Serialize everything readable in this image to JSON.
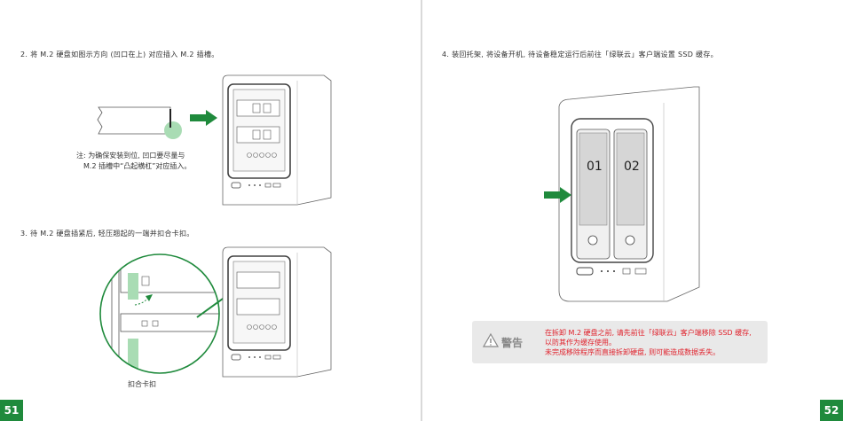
{
  "left_page": {
    "step2": "2. 将 M.2 硬盘如图示方向 (凹口在上) 对应插入 M.2 插槽。",
    "note_line1": "注: 为确保安装到位, 凹口要尽量与",
    "note_line2": "M.2 插槽中“凸起横杠”对应插入。",
    "step3": "3.  待 M.2 硬盘插紧后, 轻压翘起的一端并扣合卡扣。",
    "caption": "扣合卡扣",
    "page_number": "51"
  },
  "right_page": {
    "step4": "4. 装回托架, 将设备开机, 待设备稳定运行后前往「绿联云」客户端设置 SSD 缓存。",
    "bay_labels": [
      "01",
      "02"
    ],
    "warning": {
      "title": "警告",
      "line1": "在拆卸 M.2 硬盘之前, 请先前往「绿联云」客户端移除 SSD 缓存,",
      "line2": "以防其作为缓存使用。",
      "line3": "未完成移除程序而直接拆卸硬盘, 则可能造成数据丢失。"
    },
    "page_number": "52"
  },
  "colors": {
    "accent_green": "#1f8a3c",
    "highlight_green": "#a9dcb4",
    "warning_red": "#e0212b",
    "warning_bg": "#e9e9e9"
  }
}
